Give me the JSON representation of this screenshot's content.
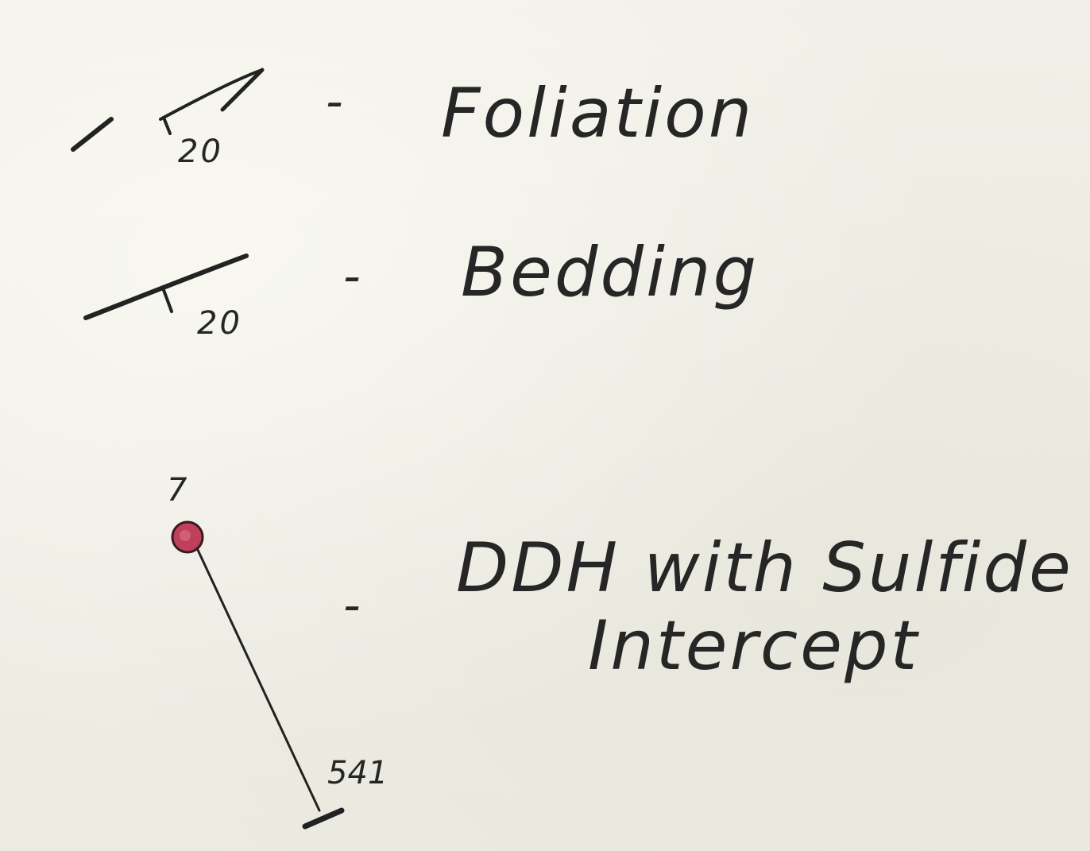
{
  "legend": {
    "foliation": {
      "dip": "20",
      "dash": "-",
      "label": "Foliation"
    },
    "bedding": {
      "dip": "20",
      "dash": "-",
      "label": "Bedding"
    },
    "ddh": {
      "collar_number": "7",
      "depth": "541",
      "dash": "-",
      "label_line1": "DDH with Sulfide",
      "label_line2": "Intercept",
      "collar_color": "#c0405a"
    }
  }
}
